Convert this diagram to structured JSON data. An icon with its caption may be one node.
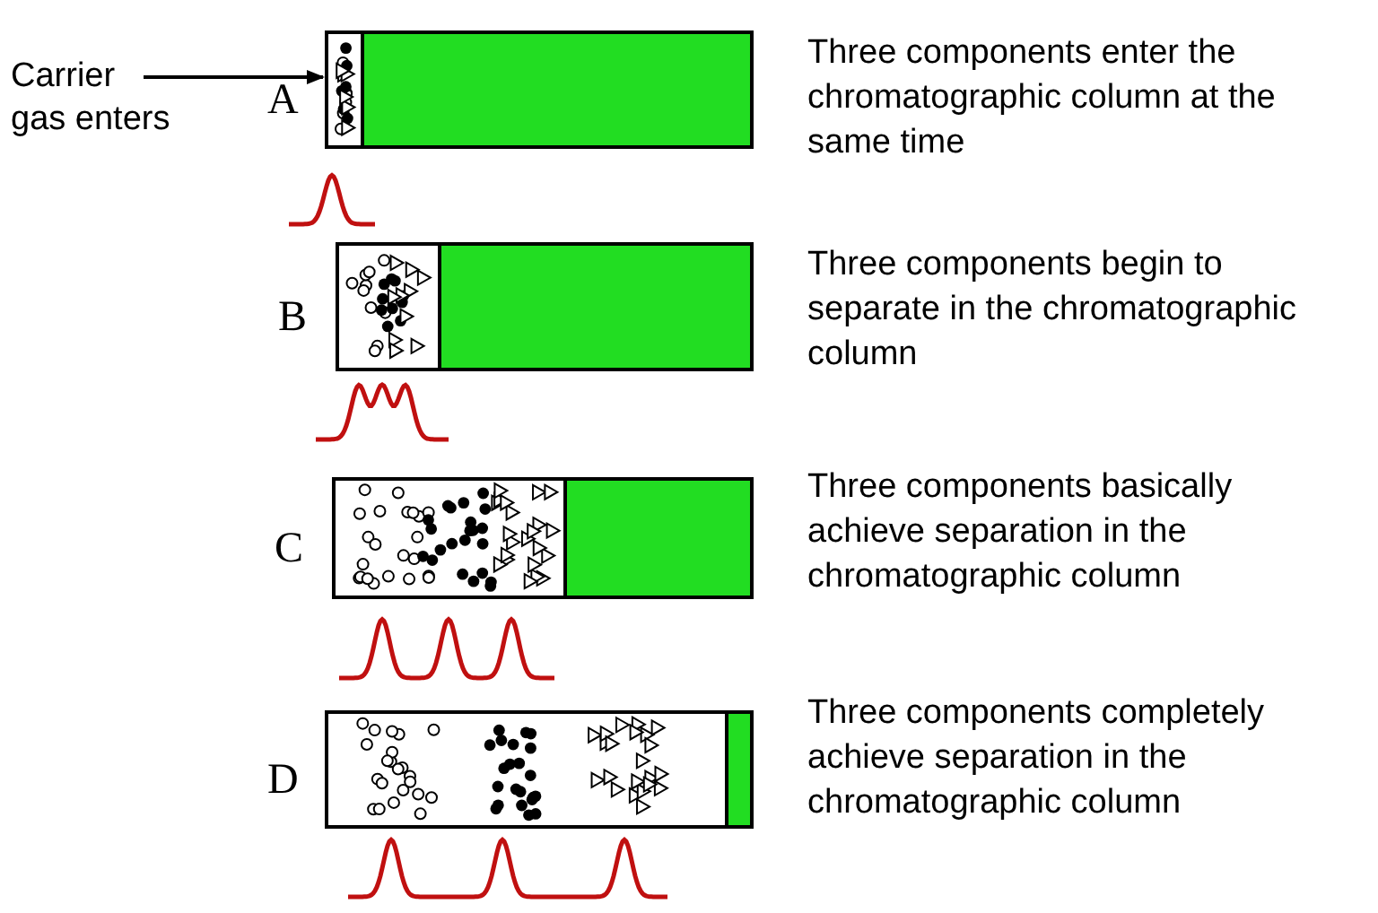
{
  "diagram": {
    "nodes": [
      {
        "text": [
          "Carrier gas enters"
        ]
      },
      {
        "text": [],
        "shape": "box",
        "beside": [
          "A"
        ]
      },
      {
        "text": [],
        "shape": "box",
        "beside": [
          "B"
        ]
      },
      {
        "text": [],
        "shape": "box",
        "beside": [
          "C"
        ]
      },
      {
        "text": [],
        "shape": "box",
        "beside": [
          "D"
        ]
      }
    ],
    "edges": [
      {
        "from": 0,
        "to": 1,
        "arrow": "to"
      }
    ],
    "labels": [
      "Three components enter the chromatographic column at the same time",
      "Three components begin to separate in the chromatographic column",
      "Three components basically achieve separation in the chromatographic column",
      "Three components completely achieve separation in the chromatographic column"
    ]
  }
}
